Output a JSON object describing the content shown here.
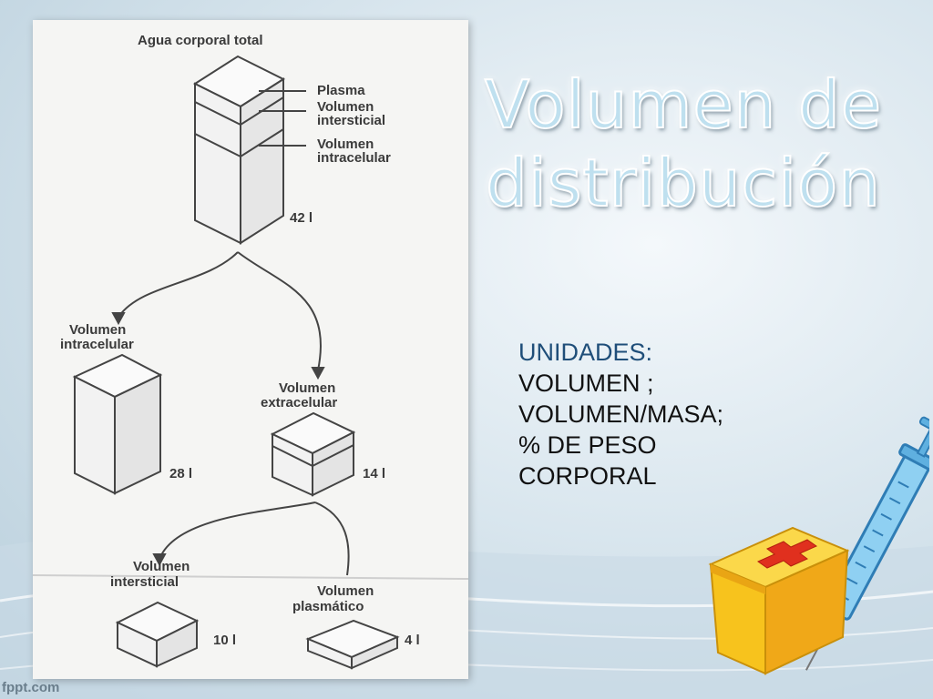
{
  "slide": {
    "title_line1": "Volumen de",
    "title_line2": "distribución",
    "units_heading": "UNIDADES:",
    "units_lines": [
      "VOLUMEN ;",
      "VOLUMEN/MASA;",
      "% DE PESO",
      "CORPORAL"
    ],
    "footer": "fppt.com"
  },
  "diagram": {
    "top_title": "Agua corporal total",
    "legend": {
      "plasma": "Plasma",
      "interstitial_l1": "Volumen",
      "interstitial_l2": "intersticial",
      "intracellular_l1": "Volumen",
      "intracellular_l2": "intracelular"
    },
    "total_value": "42 l",
    "intra": {
      "label_l1": "Volumen",
      "label_l2": "intracelular",
      "value": "28 l"
    },
    "extra": {
      "label_l1": "Volumen",
      "label_l2": "extracelular",
      "value": "14 l"
    },
    "inter": {
      "label_l1": "Volumen",
      "label_l2": "intersticial",
      "value": "10 l"
    },
    "plasm": {
      "label_l1": "Volumen",
      "label_l2": "plasmático",
      "value": "4 l"
    }
  },
  "colors": {
    "accent_title": "#bfe0ef",
    "units_heading": "#1f4e79",
    "box_yellow": "#f7c31d",
    "cross_red": "#e0301e",
    "syringe_blue": "#5fb0e0"
  }
}
